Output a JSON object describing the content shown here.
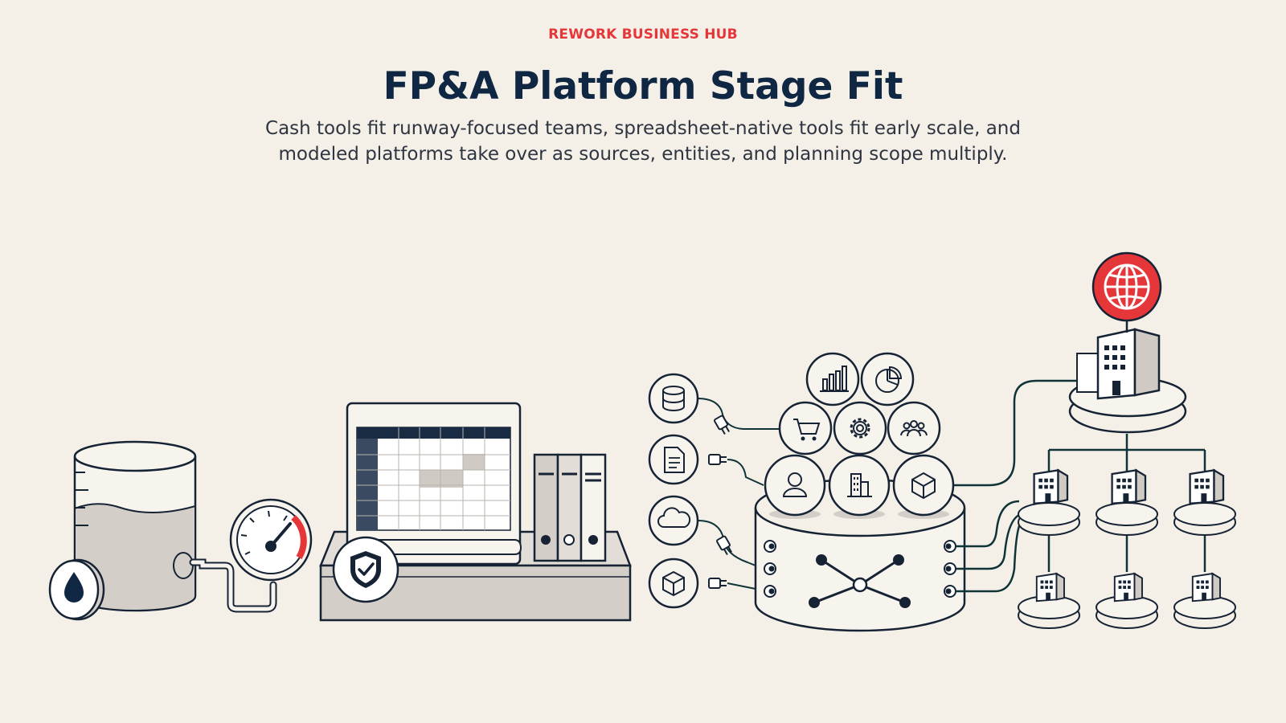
{
  "brand": {
    "name": "REWORK BUSINESS HUB"
  },
  "page": {
    "title": "FP&A Platform Stage Fit",
    "subtitle": "Cash tools fit runway-focused teams, spreadsheet-native tools fit early scale, and modeled platforms take over as sources, entities, and planning scope multiply."
  },
  "colors": {
    "background": "#f4f0e8",
    "accent_red": "#e5373a",
    "navy": "#0f2742",
    "ink": "#162334",
    "grey_fill": "#d3cfc8",
    "line_dark": "#0f3336"
  },
  "stages": [
    {
      "name": "cash-tools",
      "icons": [
        "tank-icon",
        "water-drop-icon",
        "pressure-gauge-icon"
      ]
    },
    {
      "name": "spreadsheet-native-tools",
      "icons": [
        "spreadsheet-screen-icon",
        "shield-check-icon",
        "binders-icon"
      ]
    },
    {
      "name": "modeled-platform",
      "icons": [
        "database-icon",
        "document-icon",
        "cloud-icon",
        "cube-icon",
        "bar-chart-icon",
        "pie-chart-icon",
        "cart-icon",
        "gear-icon",
        "team-icon",
        "user-icon",
        "building-icon",
        "network-hub-icon"
      ]
    },
    {
      "name": "multi-entity",
      "icons": [
        "globe-icon",
        "headquarters-building-icon",
        "entity-building-icon"
      ]
    }
  ]
}
